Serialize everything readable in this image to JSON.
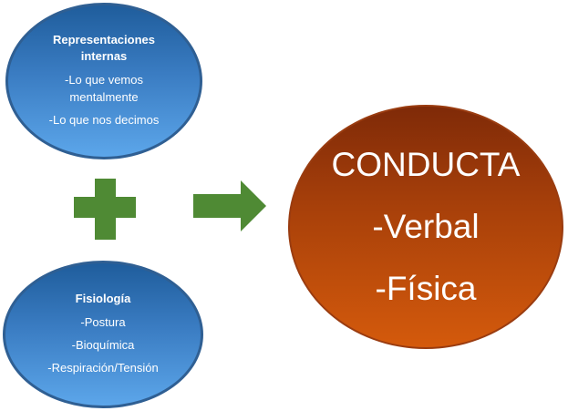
{
  "diagram": {
    "top_node": {
      "title": "Representaciones internas",
      "items": [
        "-Lo que vemos mentalmente",
        "-Lo que nos decimos"
      ]
    },
    "bottom_node": {
      "title": "Fisiología",
      "items": [
        "-Postura",
        "-Bioquímica",
        "-Respiración/Tensión"
      ]
    },
    "result_node": {
      "lines": [
        "CONDUCTA",
        "-Verbal",
        "-Física"
      ]
    },
    "operators": {
      "plus_icon": "plus-icon",
      "arrow_icon": "arrow-right-icon"
    },
    "colors": {
      "blue_node": "#3a7cc2",
      "result_node": "#b54a0b",
      "operator_green": "#4f8a34"
    }
  }
}
